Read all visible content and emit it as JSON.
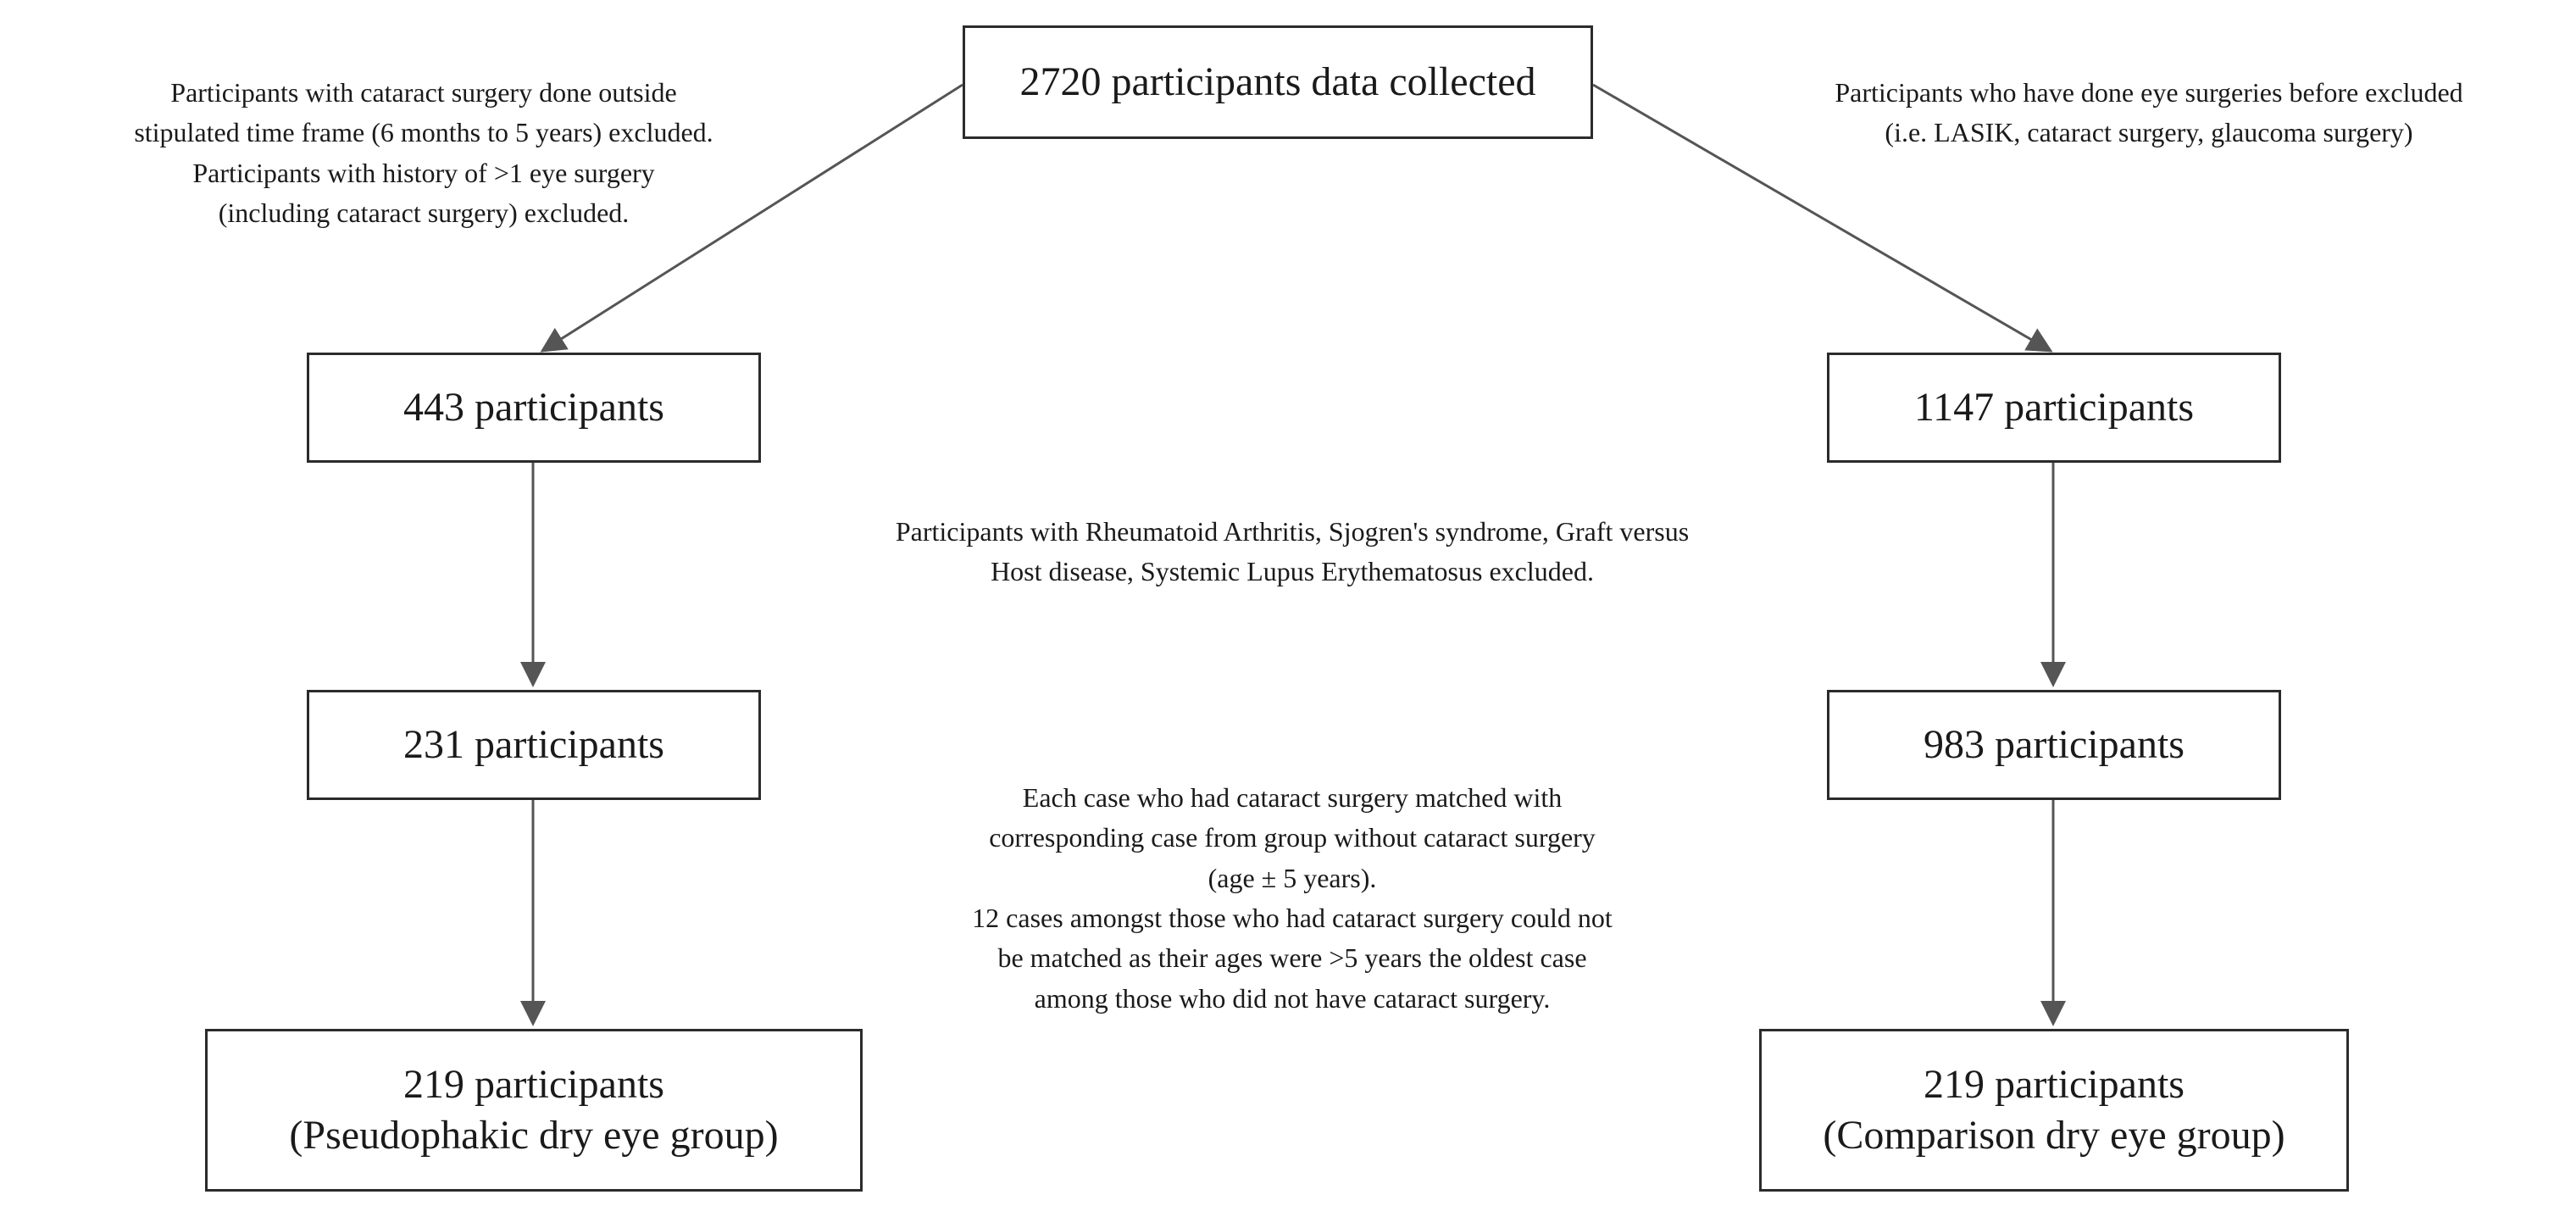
{
  "boxes": {
    "top": {
      "line1": "2720 participants data collected"
    },
    "left1": {
      "line1": "443 participants"
    },
    "right1": {
      "line1": "1147 participants"
    },
    "left2": {
      "line1": "231 participants"
    },
    "right2": {
      "line1": "983 participants"
    },
    "left3": {
      "line1": "219 participants",
      "line2": "(Pseudophakic dry eye group)"
    },
    "right3": {
      "line1": "219 participants",
      "line2": "(Comparison dry eye group)"
    }
  },
  "notes": {
    "left_exclusion": [
      "Participants with cataract surgery done outside",
      "stipulated time frame (6 months to 5 years) excluded.",
      "Participants with history of >1 eye surgery",
      "(including cataract surgery) excluded."
    ],
    "right_exclusion": [
      "Participants who have done eye surgeries before excluded",
      "(i.e. LASIK, cataract surgery, glaucoma surgery)"
    ],
    "middle_exclusion": [
      "Participants with Rheumatoid Arthritis, Sjogren's syndrome, Graft versus",
      "Host disease, Systemic Lupus Erythematosus excluded."
    ],
    "matching": [
      "Each case who had cataract surgery matched with",
      "corresponding case from group without cataract surgery",
      "(age ± 5 years).",
      "12 cases amongst those who had cataract surgery could not",
      "be matched as their ages were >5 years the oldest case",
      "among those who did not have cataract surgery."
    ]
  },
  "colors": {
    "arrow": "#555555",
    "border": "#2b2b2b",
    "text": "#1a1a1a"
  }
}
